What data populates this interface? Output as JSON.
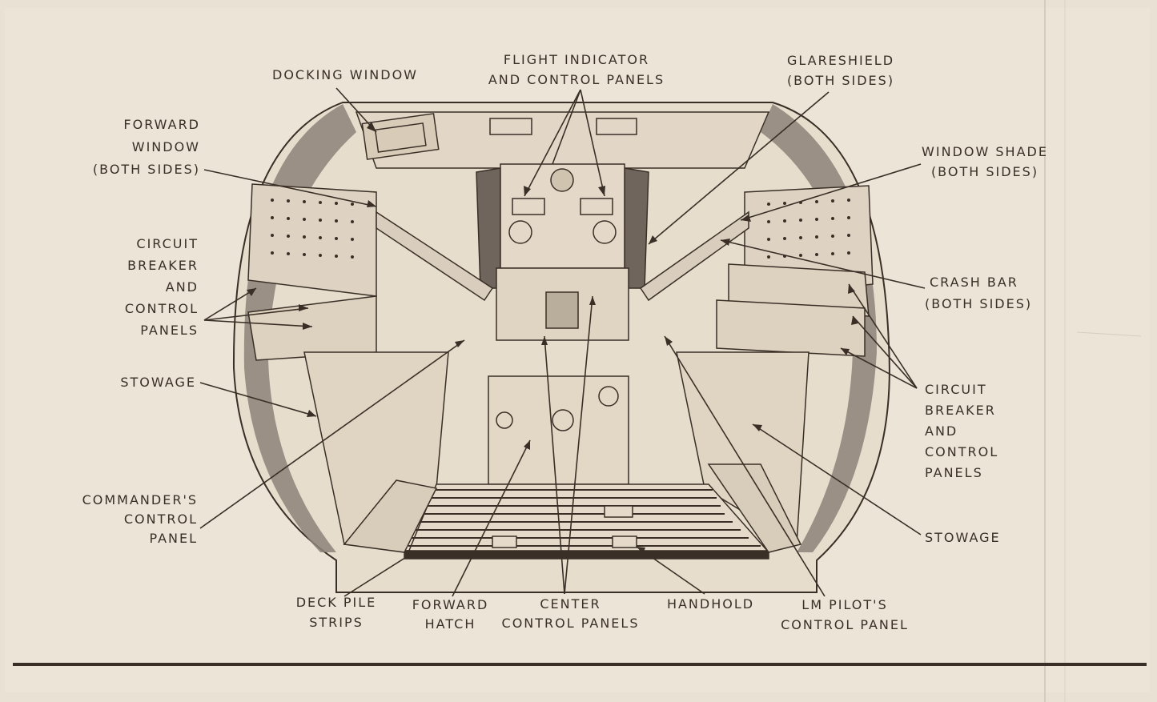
{
  "labels": {
    "docking_window": "DOCKING WINDOW",
    "flight_indicator": [
      "FLIGHT INDICATOR",
      "AND CONTROL PANELS"
    ],
    "glareshield": [
      "GLARESHIELD",
      "(BOTH SIDES)"
    ],
    "forward_window": [
      "FORWARD",
      "WINDOW",
      "(BOTH SIDES)"
    ],
    "window_shade": [
      "WINDOW SHADE",
      "(BOTH SIDES)"
    ],
    "circuit_breaker_left": [
      "CIRCUIT",
      "BREAKER",
      "AND",
      "CONTROL",
      "PANELS"
    ],
    "crash_bar": [
      "CRASH BAR",
      "(BOTH SIDES)"
    ],
    "stowage_left": "STOWAGE",
    "circuit_breaker_right": [
      "CIRCUIT",
      "BREAKER",
      "AND",
      "CONTROL",
      "PANELS"
    ],
    "commanders_control_panel": [
      "COMMANDER'S",
      "CONTROL",
      "PANEL"
    ],
    "stowage_right": "STOWAGE",
    "deck_pile_strips": [
      "DECK PILE",
      "STRIPS"
    ],
    "forward_hatch": [
      "FORWARD",
      "HATCH"
    ],
    "center_control_panels": [
      "CENTER",
      "CONTROL PANELS"
    ],
    "handhold": "HANDHOLD",
    "lm_pilots_control_panel": [
      "LM PILOT'S",
      "CONTROL PANEL"
    ]
  },
  "colors": {
    "paper": "#e9e1d4",
    "ink": "#3a2f26",
    "shade": "#8c8279"
  }
}
